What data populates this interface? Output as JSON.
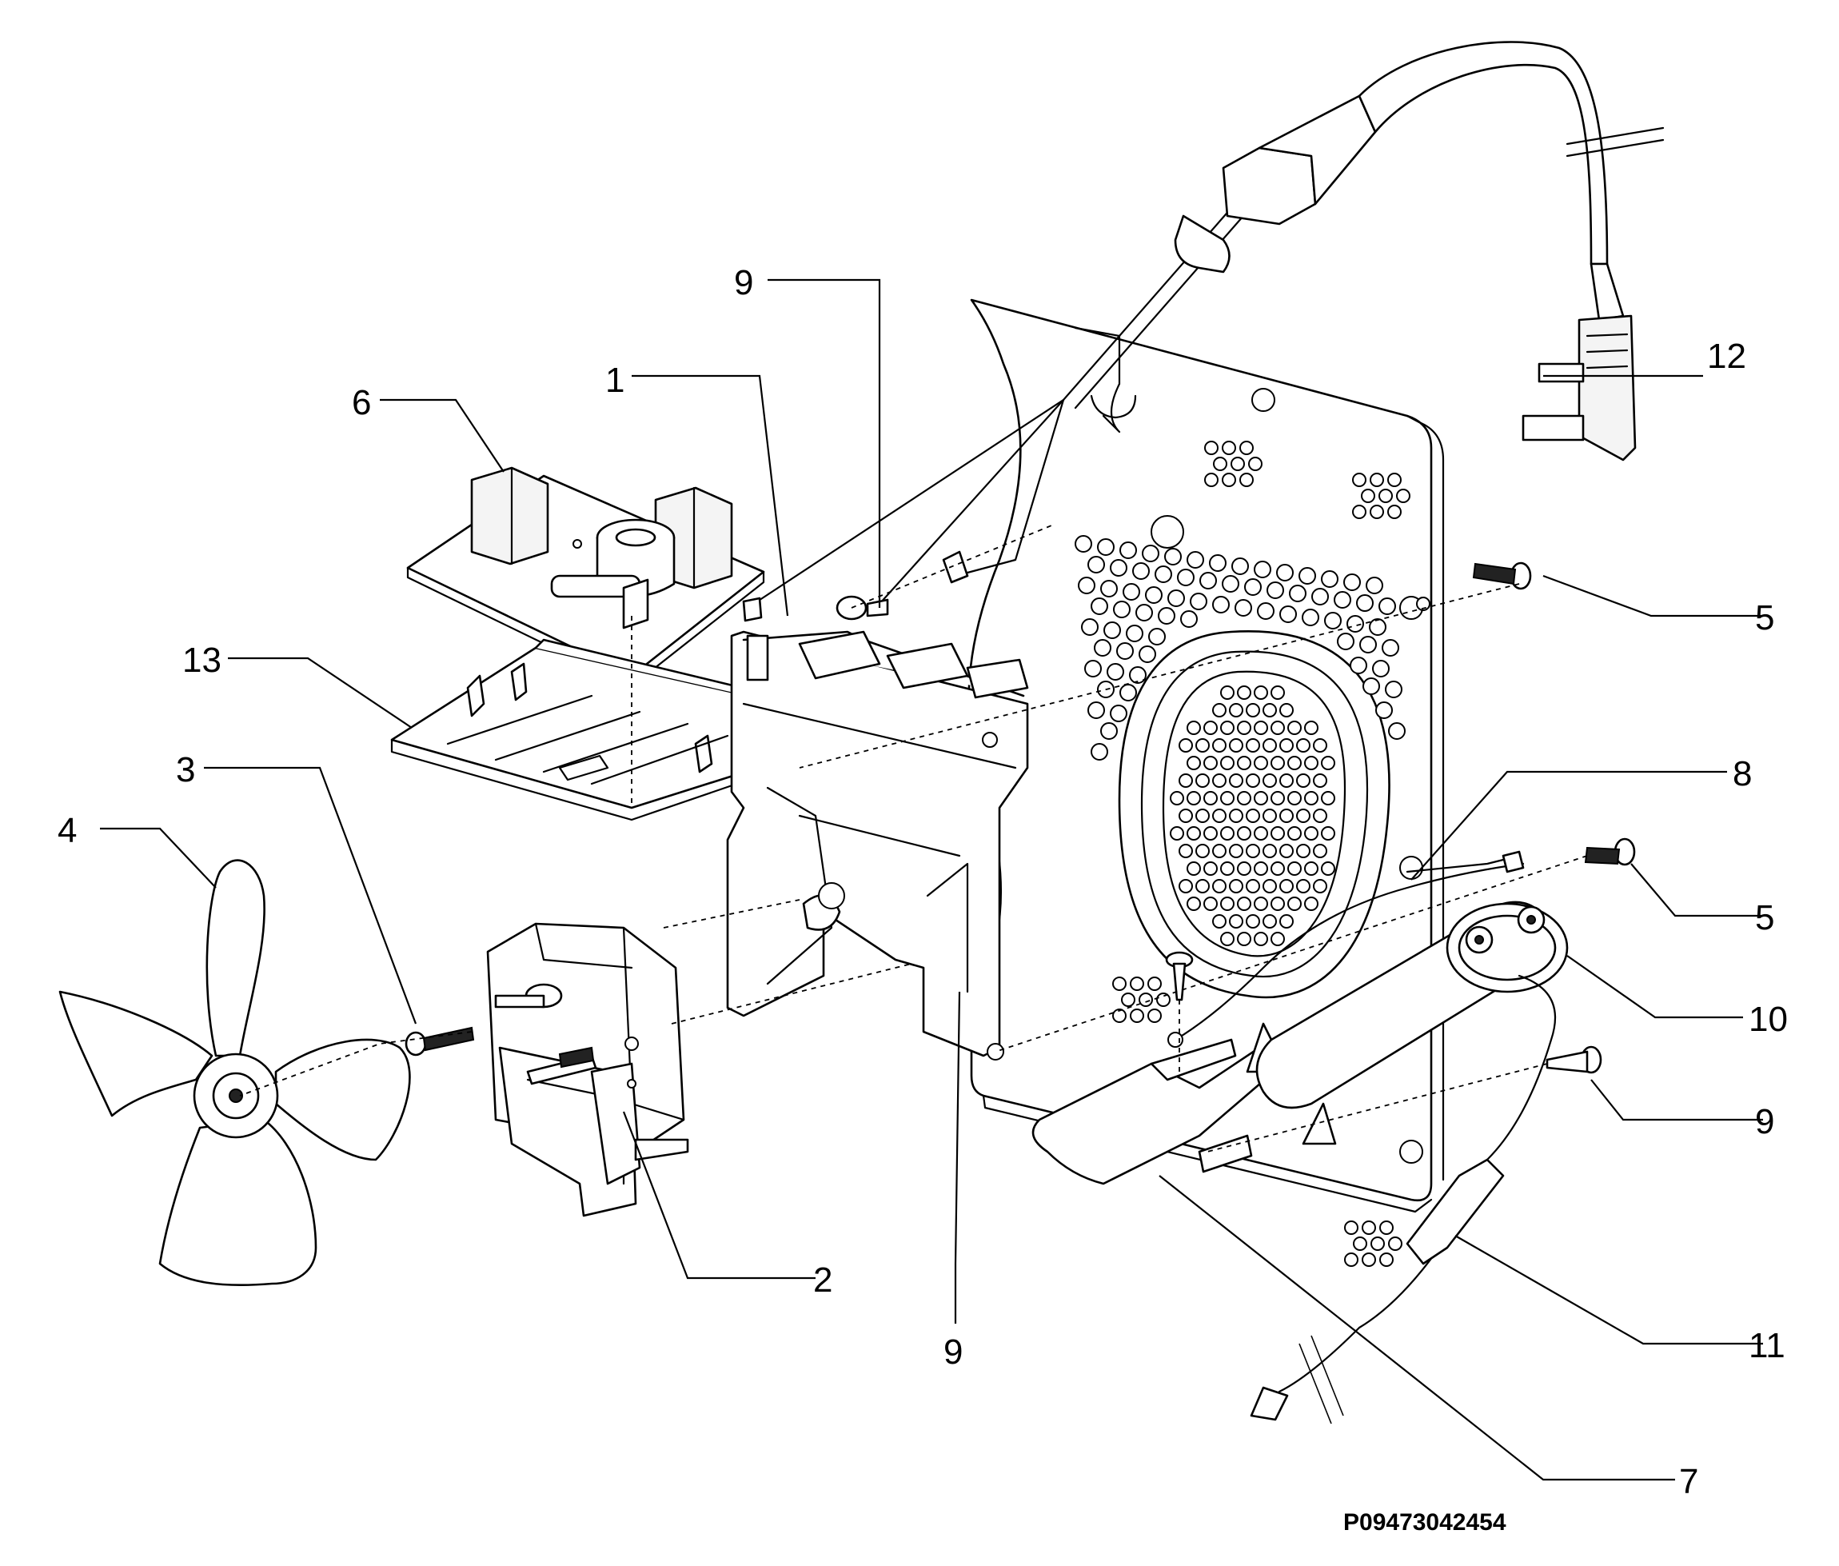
{
  "figure": {
    "code": "P09473042454",
    "callouts": [
      {
        "id": "c-1",
        "text": "1"
      },
      {
        "id": "c-2",
        "text": "2"
      },
      {
        "id": "c-3",
        "text": "3"
      },
      {
        "id": "c-4",
        "text": "4"
      },
      {
        "id": "c-5a",
        "text": "5"
      },
      {
        "id": "c-5b",
        "text": "5"
      },
      {
        "id": "c-6",
        "text": "6"
      },
      {
        "id": "c-7",
        "text": "7"
      },
      {
        "id": "c-8",
        "text": "8"
      },
      {
        "id": "c-9a",
        "text": "9"
      },
      {
        "id": "c-9b",
        "text": "9"
      },
      {
        "id": "c-9c",
        "text": "9"
      },
      {
        "id": "c-10",
        "text": "10"
      },
      {
        "id": "c-11",
        "text": "11"
      },
      {
        "id": "c-12",
        "text": "12"
      },
      {
        "id": "c-13",
        "text": "13"
      }
    ]
  }
}
